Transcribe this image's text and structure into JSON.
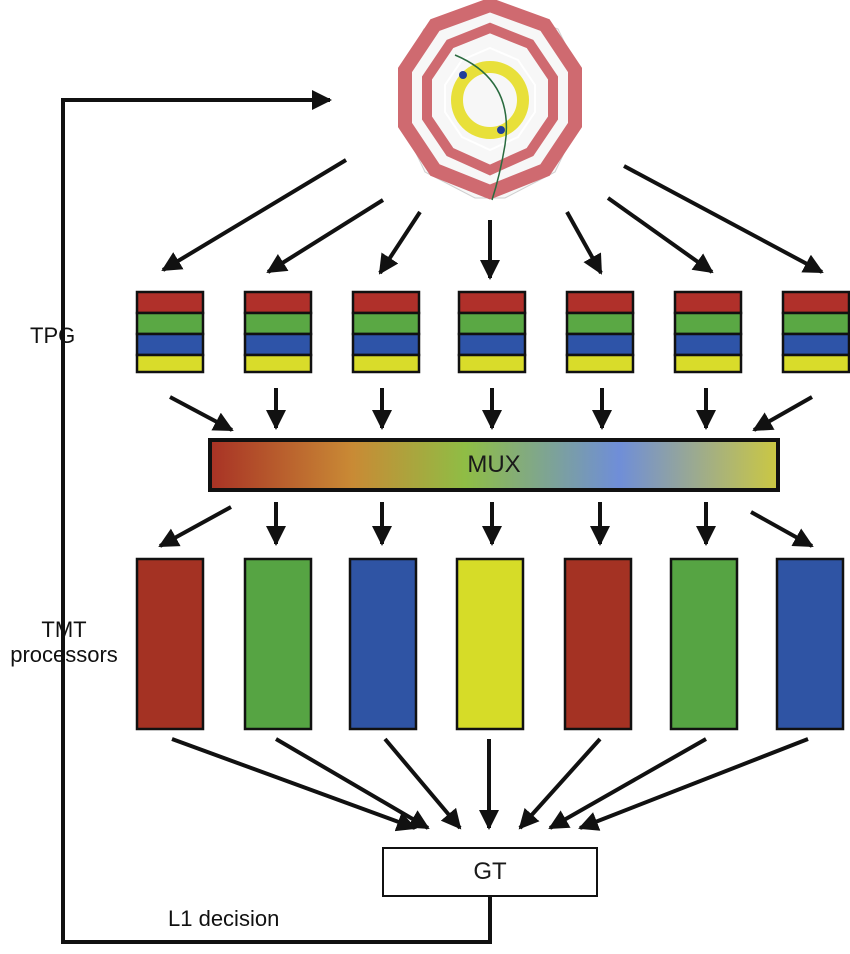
{
  "labels": {
    "tpg": "TPG",
    "tmt_line1": "TMT",
    "tmt_line2": "processors",
    "l1_decision": "L1 decision",
    "mux": "MUX",
    "gt": "GT"
  },
  "tpg_boards": {
    "count": 7,
    "stripe_colors": [
      "#b0302a",
      "#5aa844",
      "#2e54a8",
      "#d9dc2a"
    ]
  },
  "tmt_processors": {
    "colors": [
      "#a43223",
      "#56a443",
      "#2f54a4",
      "#d6dc28",
      "#a43223",
      "#56a443",
      "#2f54a4"
    ]
  },
  "mux_gradient": [
    "#a83225",
    "#c98a35",
    "#8fbd45",
    "#6f8ed8",
    "#cbc842"
  ],
  "detector": {
    "outer_color": "#cf6a70",
    "inner_color": "#e8e03a"
  }
}
